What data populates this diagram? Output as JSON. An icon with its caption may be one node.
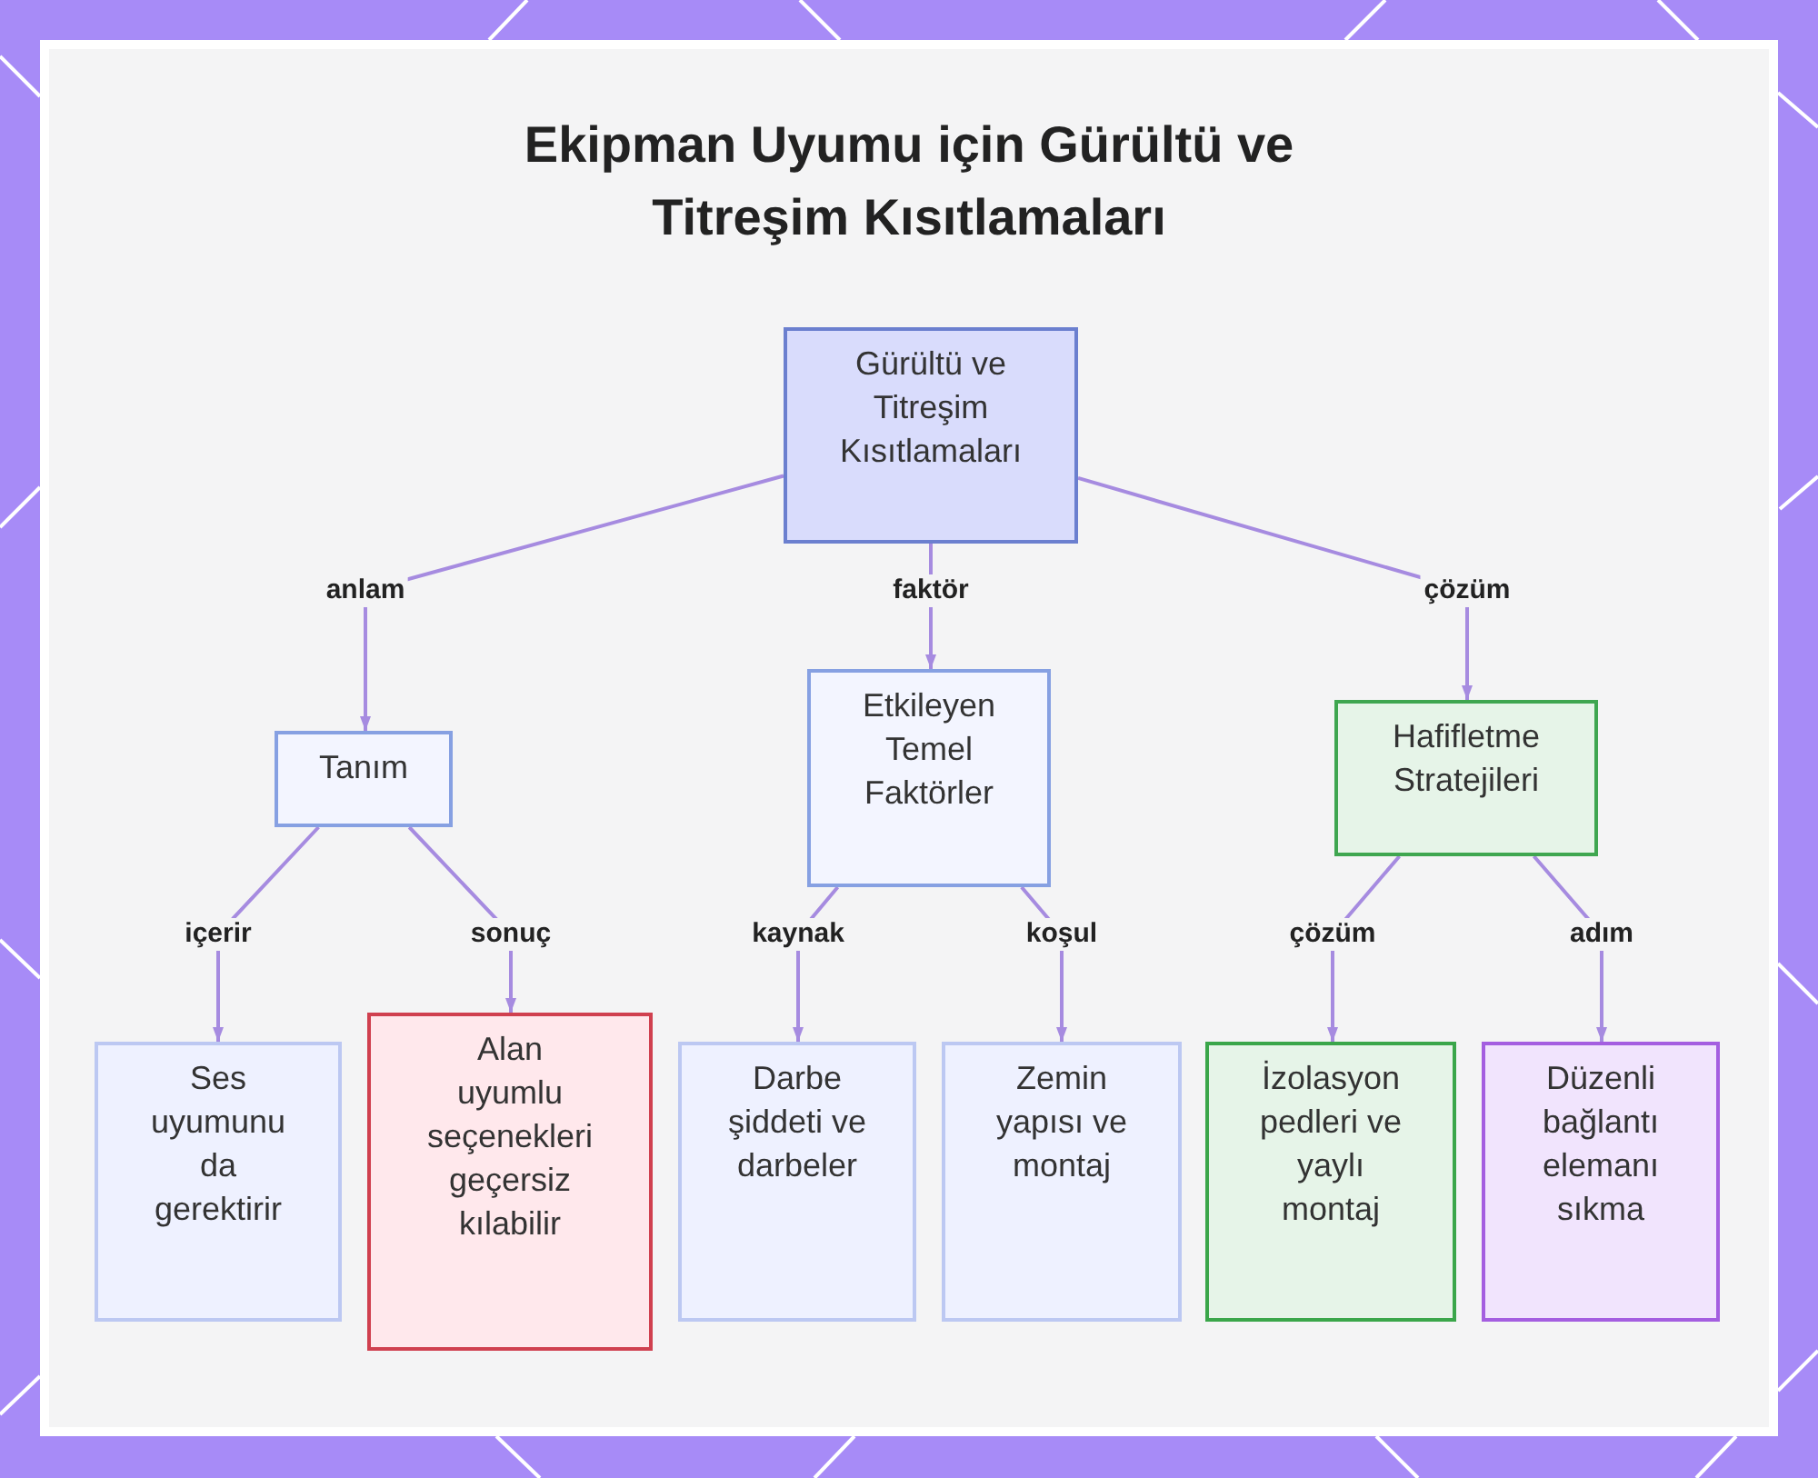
{
  "diagram": {
    "title": "Ekipman Uyumu için Gürültü ve Titreşim Kısıtlamaları",
    "nodes": [
      {
        "text": [
          "Gürültü ve Titreşim Kısıtlamaları"
        ]
      },
      {
        "text": [
          "Tanım"
        ]
      },
      {
        "text": [
          "Etkileyen Temel Faktörler"
        ]
      },
      {
        "text": [
          "Hafifletme Stratejileri"
        ]
      },
      {
        "text": [
          "Ses uyumunu da gerektirir"
        ]
      },
      {
        "text": [
          "Alan uyumlu seçenekleri geçersiz kılabilir"
        ]
      },
      {
        "text": [
          "Darbe şiddeti ve darbeler"
        ]
      },
      {
        "text": [
          "Zemin yapısı ve montaj"
        ]
      },
      {
        "text": [
          "İzolasyon pedleri ve yaylı montaj"
        ]
      },
      {
        "text": [
          "Düzenli bağlantı elemanı sıkma"
        ]
      }
    ],
    "edges": [
      {
        "from": 0,
        "to": 1,
        "label": "anlam",
        "arrow": "to"
      },
      {
        "from": 0,
        "to": 2,
        "label": "faktör",
        "arrow": "to"
      },
      {
        "from": 0,
        "to": 3,
        "label": "çözüm",
        "arrow": "to"
      },
      {
        "from": 1,
        "to": 4,
        "label": "içerir",
        "arrow": "to"
      },
      {
        "from": 1,
        "to": 5,
        "label": "sonuç",
        "arrow": "to"
      },
      {
        "from": 2,
        "to": 6,
        "label": "kaynak",
        "arrow": "to"
      },
      {
        "from": 2,
        "to": 7,
        "label": "koşul",
        "arrow": "to"
      },
      {
        "from": 3,
        "to": 8,
        "label": "çözüm",
        "arrow": "to"
      },
      {
        "from": 3,
        "to": 9,
        "label": "adım",
        "arrow": "to"
      }
    ]
  }
}
